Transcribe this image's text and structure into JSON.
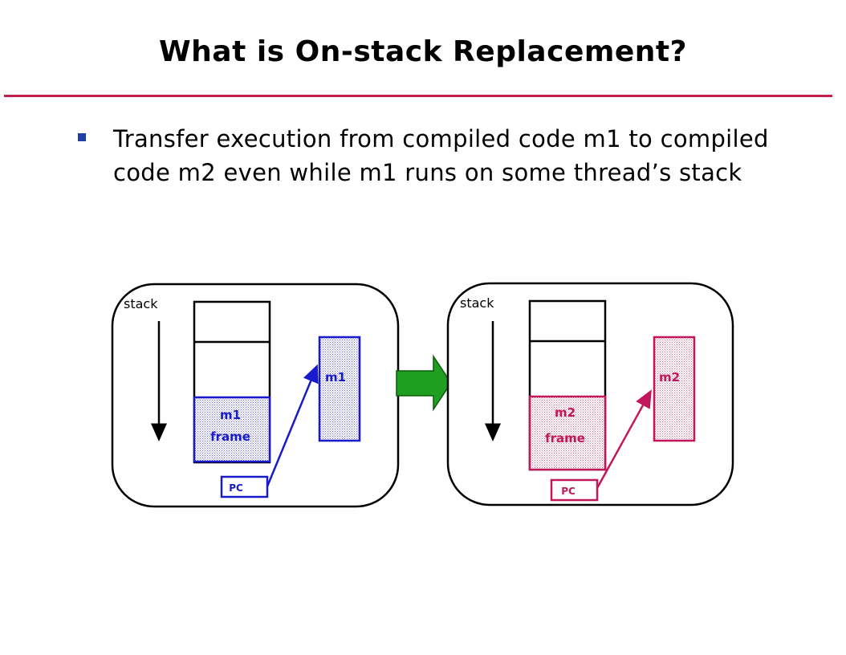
{
  "slide": {
    "title": "What is On-stack Replacement?",
    "bullets": [
      "Transfer execution from compiled code m1 to compiled code m2 even while m1 runs on some thread’s stack"
    ]
  },
  "diagram": {
    "panels": [
      {
        "stack_label": "stack",
        "frame_label_line1": "m1",
        "frame_label_line2": "frame",
        "code_label": "m1",
        "pc_label": "PC",
        "color": "#1a1acd"
      },
      {
        "stack_label": "stack",
        "frame_label_line1": "m2",
        "frame_label_line2": "frame",
        "code_label": "m2",
        "pc_label": "PC",
        "color": "#c2185b"
      }
    ],
    "transition_arrow_color": "#1f9e1f"
  }
}
